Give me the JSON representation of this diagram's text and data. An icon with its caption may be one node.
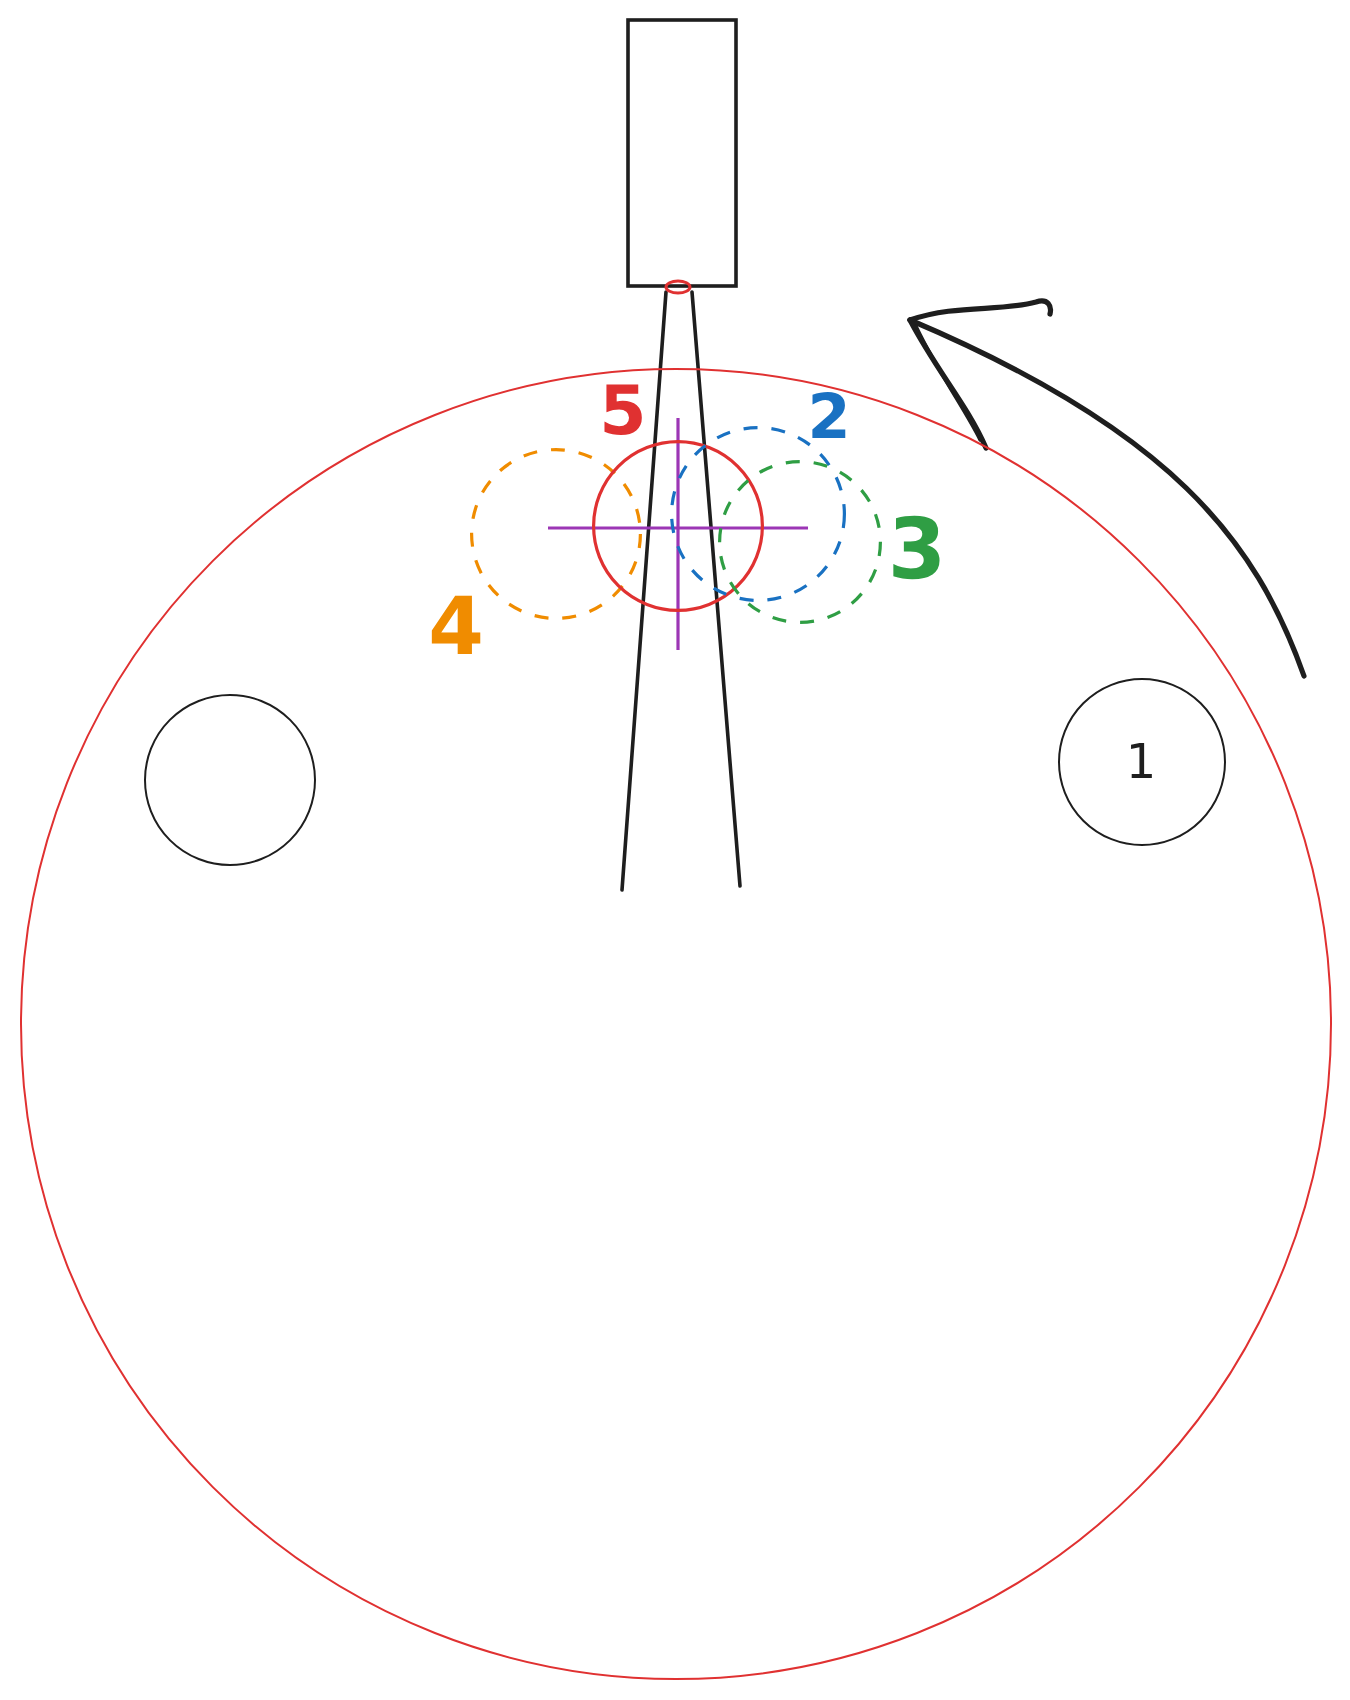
{
  "diagram": {
    "nodes": [
      {
        "text": [],
        "shape": "circle"
      },
      {
        "text": [
          "4"
        ],
        "in": 0
      },
      {
        "text": [
          "5"
        ],
        "in": 0
      },
      {
        "text": [
          "2"
        ],
        "in": 0
      },
      {
        "text": [
          "3"
        ],
        "in": 0
      },
      {
        "text": [],
        "shape": "circle",
        "in": 0
      },
      {
        "text": [
          "1"
        ],
        "in": 0
      }
    ]
  }
}
